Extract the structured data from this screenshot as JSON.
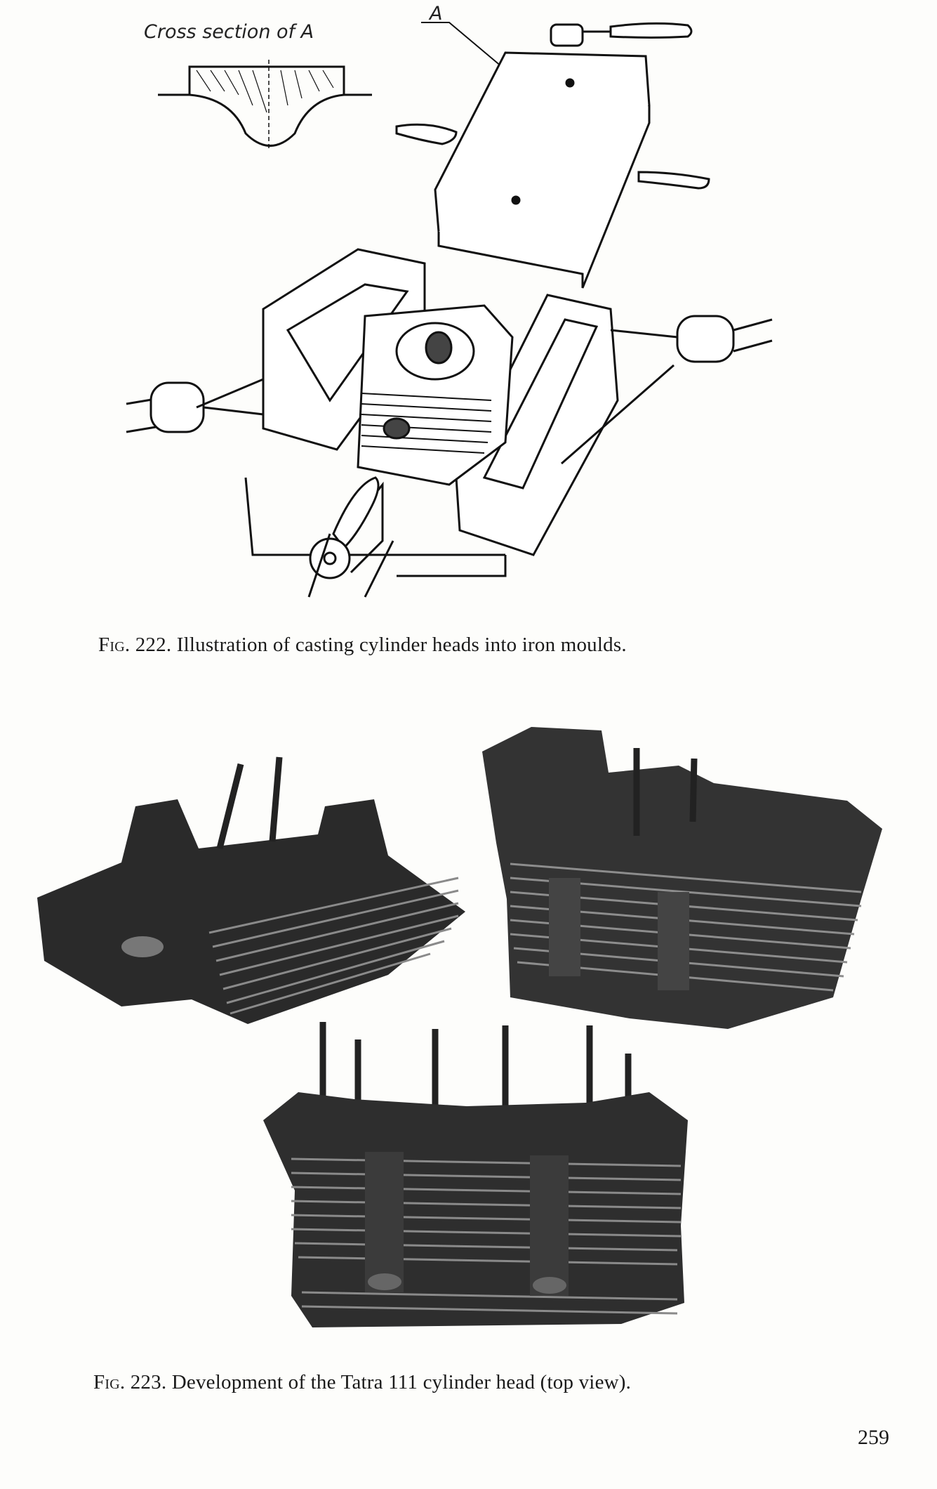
{
  "figure_222": {
    "cross_section_label": "Cross section of A",
    "part_label": "A",
    "fig_label": "Fig. 222.",
    "caption": "Illustration of casting cylinder heads into iron moulds."
  },
  "figure_223": {
    "fig_label": "Fig. 223.",
    "caption": "Development of the Tatra 111 cylinder head (top view)."
  },
  "page_number": "259"
}
